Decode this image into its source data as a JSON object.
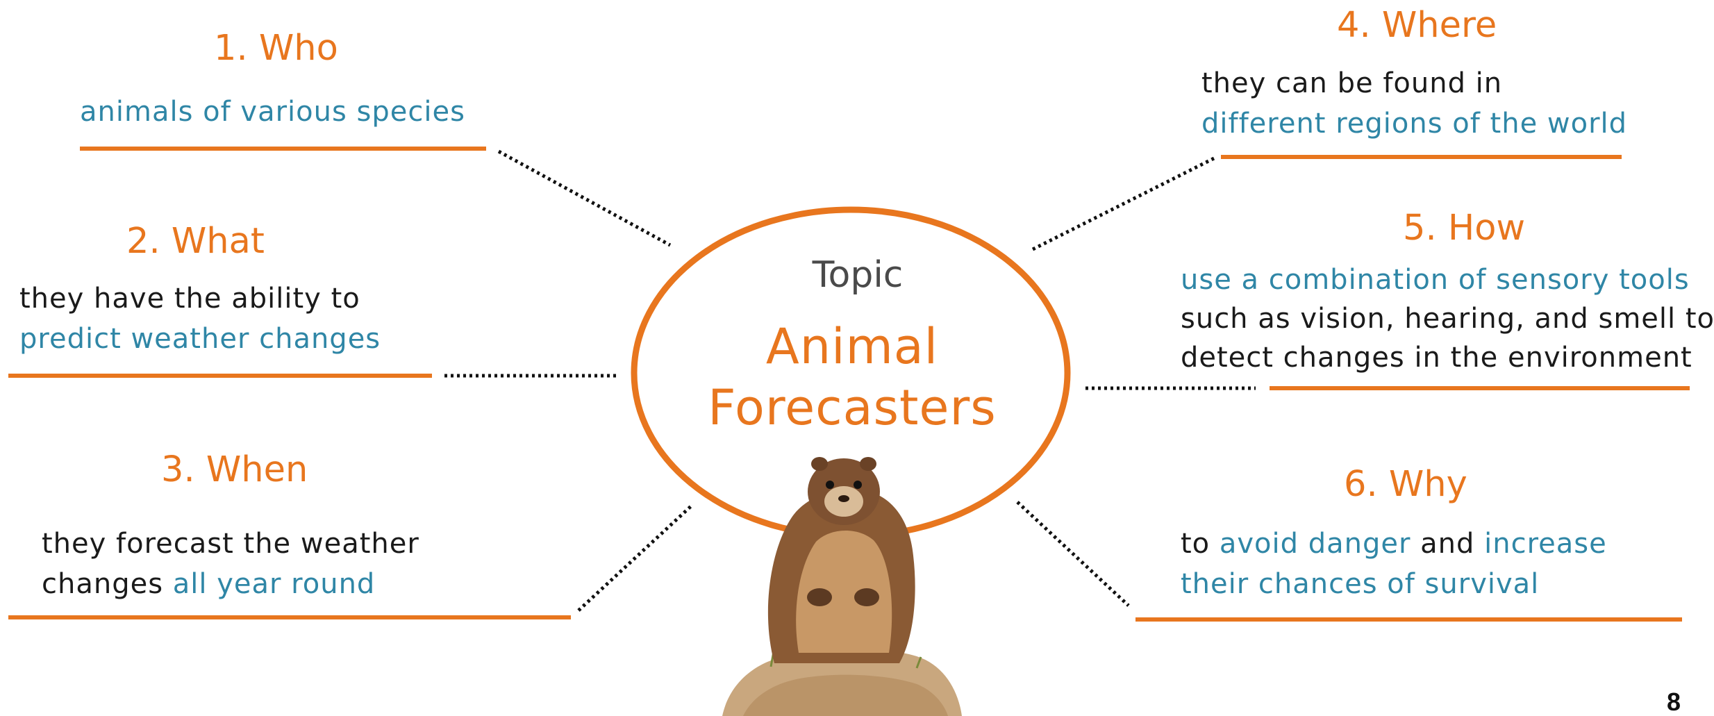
{
  "topic": {
    "label": "Topic",
    "title_line1": "Animal",
    "title_line2": "Forecasters"
  },
  "branches": {
    "who": {
      "heading": "1. Who",
      "text": "animals of various species"
    },
    "what": {
      "heading": "2. What",
      "line1": "they have the ability to",
      "line2": "predict weather changes"
    },
    "when": {
      "heading": "3. When",
      "line1": "they forecast the weather",
      "line2_black": "changes ",
      "line2_blue": "all year round"
    },
    "where": {
      "heading": "4. Where",
      "line1": "they can be found in",
      "line2": "different regions of the world"
    },
    "how": {
      "heading": "5. How",
      "line1": "use a combination of sensory tools",
      "line2": "such as vision, hearing, and smell to",
      "line3": "detect changes in the environment"
    },
    "why": {
      "heading": "6. Why",
      "line1_a": "to ",
      "line1_b": "avoid danger",
      "line1_c": " and ",
      "line1_d": "increase",
      "line2": "their chances of survival"
    }
  },
  "page_number": "8",
  "colors": {
    "accent_orange": "#E8761E",
    "text_blue": "#2F86A6",
    "text_black": "#1a1a1a"
  },
  "icons": {
    "center_image": "groundhog-illustration"
  }
}
